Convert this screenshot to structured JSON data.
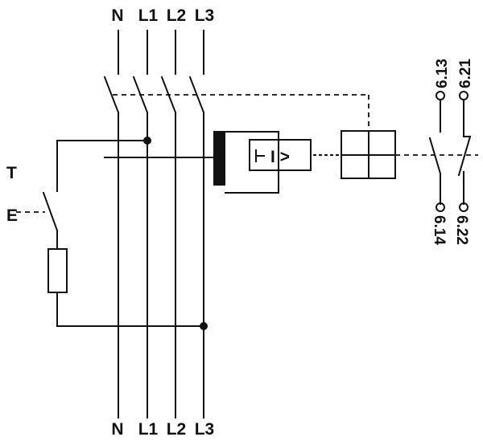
{
  "labels_top": [
    "N",
    "L1",
    "L2",
    "L3"
  ],
  "labels_bottom": [
    "N",
    "L1",
    "L2",
    "L3"
  ],
  "test_button": {
    "top": "T",
    "bottom": "E"
  },
  "comparator": {
    "symbol": "I >"
  },
  "aux_contacts": {
    "top_left": "6.13",
    "top_right": "6.21",
    "bottom_left": "6.14",
    "bottom_right": "6.22"
  },
  "colors": {
    "line": "#111111",
    "background": "#ffffff"
  }
}
